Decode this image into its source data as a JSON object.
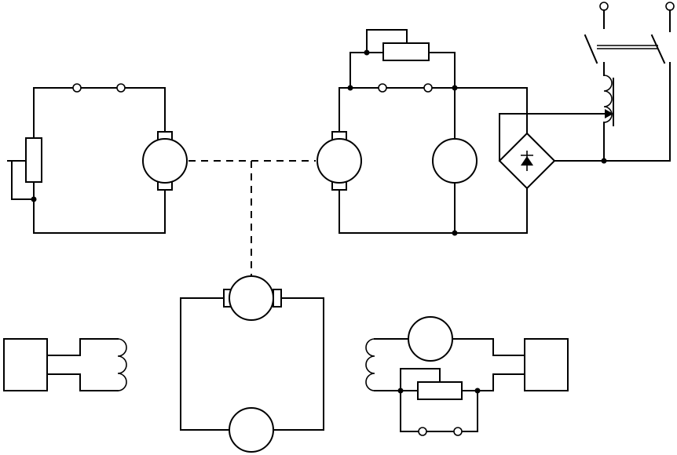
{
  "diagram": {
    "description_text": "",
    "colors": {
      "line": "#000000",
      "background": "#ffffff"
    },
    "components": {
      "left_motor": "dc-motor",
      "left_rheostat": "variable-resistor",
      "center_generator": "dc-generator",
      "center_field_rheostat": "variable-resistor",
      "center_voltmeter": "meter",
      "bridge_rectifier": "diode-bridge",
      "relay": "relay-with-contacts",
      "bottom_motor": "dc-motor",
      "bottom_load": "meter",
      "bottom_left_source": "box-with-coil",
      "bottom_right_meter": "meter",
      "bottom_right_rheostat": "variable-resistor",
      "bottom_right_source": "box-with-coil"
    }
  }
}
